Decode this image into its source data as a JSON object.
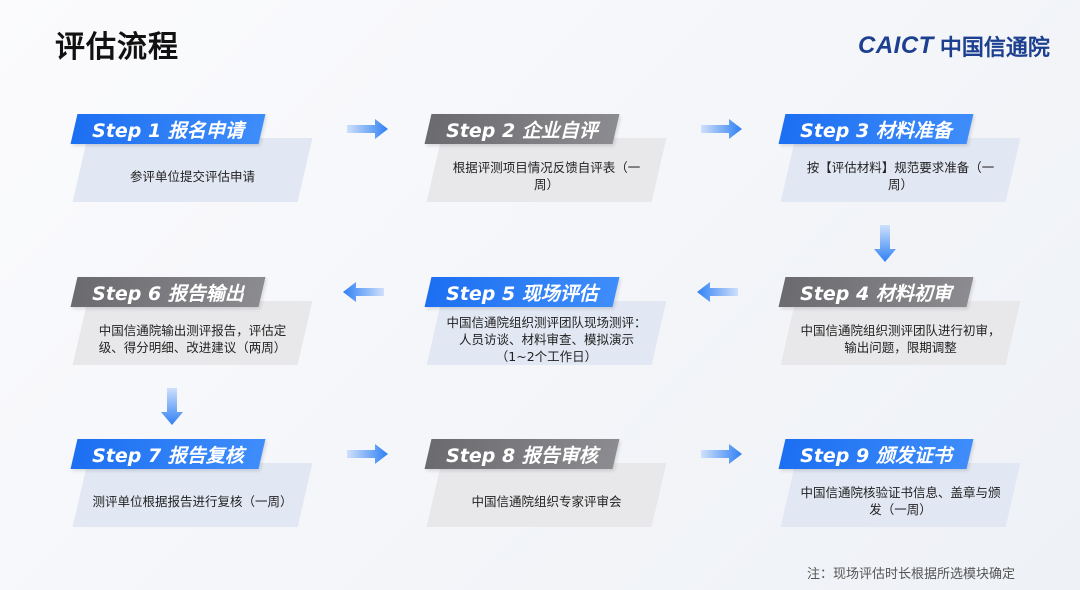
{
  "header": {
    "title": "评估流程"
  },
  "logo": {
    "en": "CAICT",
    "cn": "中国信通院"
  },
  "steps": [
    {
      "label": "Step 1 报名申请",
      "desc": "参评单位提交评估申请",
      "style": "blue"
    },
    {
      "label": "Step 2 企业自评",
      "desc": "根据评测项目情况反馈自评表（一周）",
      "style": "gray"
    },
    {
      "label": "Step 3 材料准备",
      "desc": "按【评估材料】规范要求准备（一周）",
      "style": "blue"
    },
    {
      "label": "Step 4 材料初审",
      "desc": "中国信通院组织测评团队进行初审，输出问题，限期调整",
      "style": "gray"
    },
    {
      "label": "Step 5 现场评估",
      "desc": "中国信通院组织测评团队现场测评：人员访谈、材料审查、模拟演示（1~2个工作日）",
      "style": "blue"
    },
    {
      "label": "Step 6 报告输出",
      "desc": "中国信通院输出测评报告，评估定级、得分明细、改进建议（两周）",
      "style": "gray"
    },
    {
      "label": "Step 7 报告复核",
      "desc": "测评单位根据报告进行复核（一周）",
      "style": "blue"
    },
    {
      "label": "Step 8 报告审核",
      "desc": "中国信通院组织专家评审会",
      "style": "gray"
    },
    {
      "label": "Step 9 颁发证书",
      "desc": "中国信通院核验证书信息、盖章与颁发（一周）",
      "style": "blue"
    }
  ],
  "note": "注：现场评估时长根据所选模块确定",
  "colors": {
    "blue": "#1d6ff2",
    "gray": "#6b6b6f",
    "arrow": "#2f80f5",
    "title": "#111111",
    "logo": "#1c3f8f"
  },
  "icons": {
    "right": "arrow-right-icon",
    "left": "arrow-left-icon",
    "down": "arrow-down-icon"
  }
}
